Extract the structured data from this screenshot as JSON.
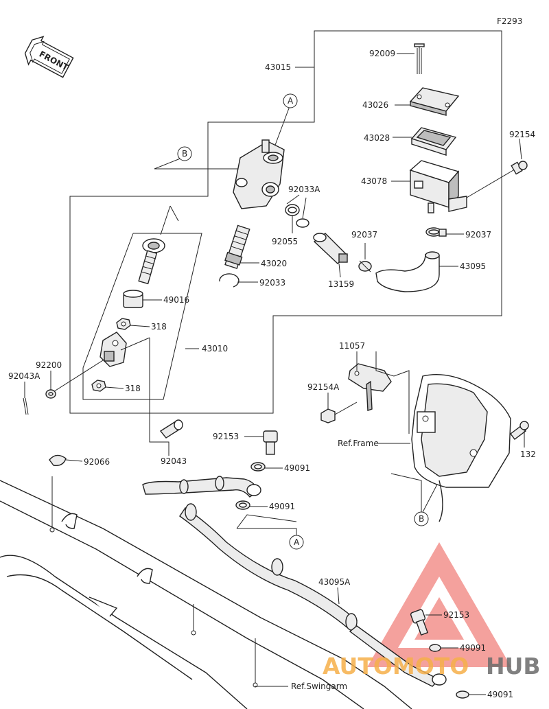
{
  "diagram_code": "F2293",
  "front_label": "FRONT",
  "callouts": {
    "a": "A",
    "b": "B"
  },
  "parts": {
    "p43015": "43015",
    "p92009": "92009",
    "p43026": "43026",
    "p43028": "43028",
    "p92154": "92154",
    "p43078": "43078",
    "p92033a": "92033A",
    "p92037a": "92037",
    "p92037b": "92037",
    "p92055": "92055",
    "p43095": "43095",
    "p43020": "43020",
    "p92033": "92033",
    "p13159": "13159",
    "p49016": "49016",
    "p318a": "318",
    "p318b": "318",
    "p43010": "43010",
    "p92200": "92200",
    "p92043a": "92043A",
    "p92043": "92043",
    "p11057": "11057",
    "p92154a": "92154A",
    "p92153a": "92153",
    "p49091a": "49091",
    "p49091b": "49091",
    "p92066": "92066",
    "p132": "132",
    "p43095a": "43095A",
    "p92153b": "92153",
    "p49091c": "49091",
    "p49091d": "49091"
  },
  "refs": {
    "frame": "Ref.Frame",
    "swingarm": "Ref.Swingarm"
  },
  "watermark": {
    "auto": "AUTOMOTO",
    "hub": "HUB",
    "color_main": "#f07a74",
    "color_text": "#f6b04a",
    "color_hub": "#6b6b6b"
  }
}
